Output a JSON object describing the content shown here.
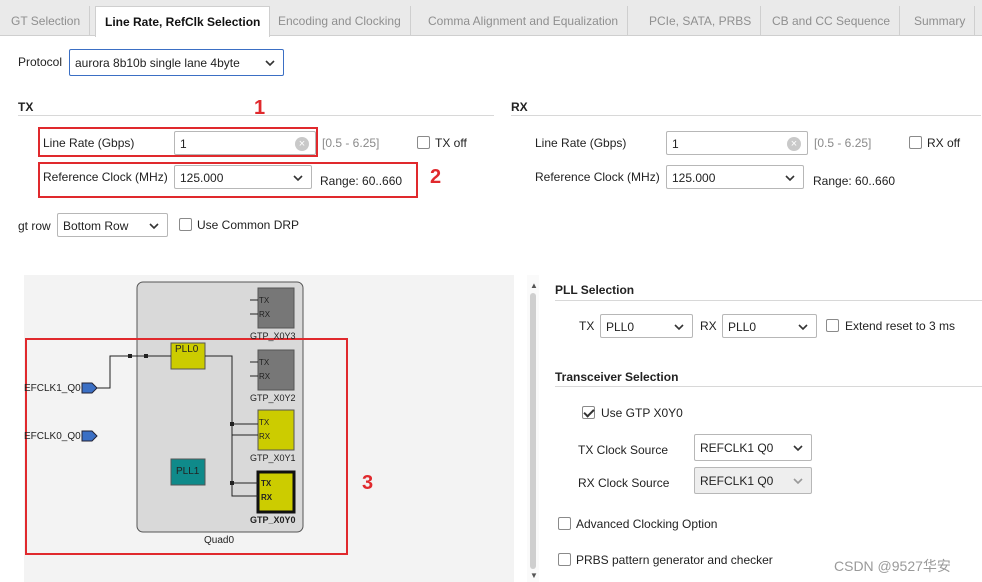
{
  "tabs": [
    {
      "label": "GT Selection",
      "active": false
    },
    {
      "label": "Line Rate, RefClk Selection",
      "active": true
    },
    {
      "label": "Encoding and Clocking",
      "active": false
    },
    {
      "label": "Comma Alignment and Equalization",
      "active": false
    },
    {
      "label": "PCIe, SATA, PRBS",
      "active": false
    },
    {
      "label": "CB and CC Sequence",
      "active": false
    },
    {
      "label": "Summary",
      "active": false
    }
  ],
  "protocol": {
    "label": "Protocol",
    "value": "aurora 8b10b single lane 4byte"
  },
  "tx": {
    "title": "TX",
    "line_rate_label": "Line Rate (Gbps)",
    "line_rate_value": "1",
    "line_rate_range": "[0.5 - 6.25]",
    "off_label": "TX off",
    "ref_clock_label": "Reference Clock (MHz)",
    "ref_clock_value": "125.000",
    "ref_clock_range": "Range: 60..660"
  },
  "rx": {
    "title": "RX",
    "line_rate_label": "Line Rate (Gbps)",
    "line_rate_value": "1",
    "line_rate_range": "[0.5 - 6.25]",
    "off_label": "RX off",
    "ref_clock_label": "Reference Clock (MHz)",
    "ref_clock_value": "125.000",
    "ref_clock_range": "Range: 60..660"
  },
  "gt_row": {
    "label": "gt row",
    "value": "Bottom Row",
    "common_drp_label": "Use Common DRP"
  },
  "annotations": {
    "n1": "1",
    "n2": "2",
    "n3": "3"
  },
  "diagram": {
    "refclk1": "EFCLK1_Q0",
    "refclk0": "EFCLK0_Q0",
    "pll0": "PLL0",
    "pll1": "PLL1",
    "quad": "Quad0",
    "channels": [
      {
        "name": "GTP_X0Y3",
        "tx": "TX",
        "rx": "RX"
      },
      {
        "name": "GTP_X0Y2",
        "tx": "TX",
        "rx": "RX"
      },
      {
        "name": "GTP_X0Y1",
        "tx": "TX",
        "rx": "RX"
      },
      {
        "name": "GTP_X0Y0",
        "tx": "TX",
        "rx": "RX"
      }
    ]
  },
  "pll_selection": {
    "title": "PLL Selection",
    "tx_label": "TX",
    "tx_value": "PLL0",
    "rx_label": "RX",
    "rx_value": "PLL0",
    "extend_reset_label": "Extend reset to 3 ms"
  },
  "transceiver_selection": {
    "title": "Transceiver Selection",
    "use_gtp_label": "Use GTP X0Y0",
    "tx_clock_source_label": "TX Clock Source",
    "tx_clock_source_value": "REFCLK1 Q0",
    "rx_clock_source_label": "RX Clock Source",
    "rx_clock_source_value": "REFCLK1 Q0"
  },
  "advanced_clocking_label": "Advanced Clocking Option",
  "prbs_label": "PRBS pattern generator and checker",
  "watermark": "CSDN @9527华安",
  "colors": {
    "accent_yellow": "#cccc00",
    "pll1_teal": "#0f8a8a",
    "annotation_red": "#e0292d",
    "selected_border": "#3b6fc4"
  }
}
